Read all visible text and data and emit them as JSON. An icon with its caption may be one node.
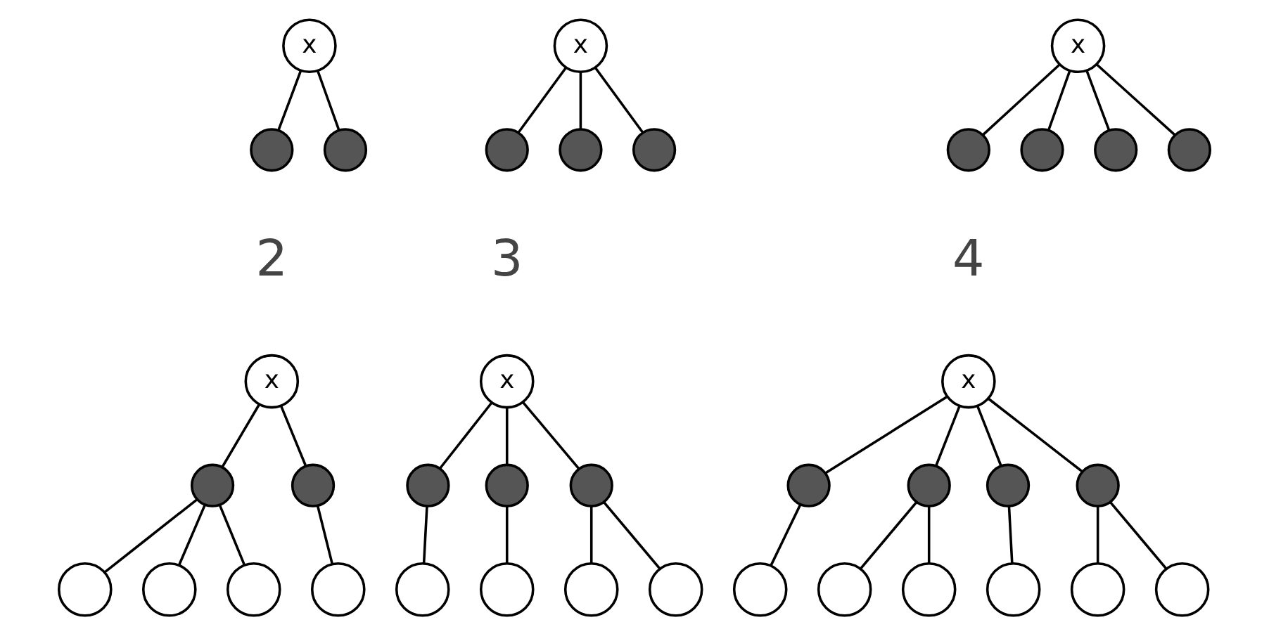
{
  "diagram": {
    "nodes": [
      {
        "text": [
          "x"
        ]
      },
      {
        "text": [],
        "shape": "circle"
      },
      {
        "text": [],
        "shape": "circle"
      },
      {
        "text": [
          "x"
        ]
      },
      {
        "text": [],
        "shape": "circle"
      },
      {
        "text": [],
        "shape": "circle"
      },
      {
        "text": [],
        "shape": "circle"
      },
      {
        "text": [
          "x"
        ]
      },
      {
        "text": [],
        "shape": "circle"
      },
      {
        "text": [],
        "shape": "circle"
      },
      {
        "text": [],
        "shape": "circle"
      },
      {
        "text": [],
        "shape": "circle"
      },
      {
        "text": [
          "x"
        ]
      },
      {
        "text": [],
        "shape": "circle"
      },
      {
        "text": [],
        "shape": "circle"
      },
      {
        "text": [],
        "shape": "circle"
      },
      {
        "text": [],
        "shape": "circle"
      },
      {
        "text": [],
        "shape": "circle"
      },
      {
        "text": [],
        "shape": "circle"
      },
      {
        "text": [
          "x"
        ]
      },
      {
        "text": [],
        "shape": "circle"
      },
      {
        "text": [],
        "shape": "circle"
      },
      {
        "text": [],
        "shape": "circle"
      },
      {
        "text": [],
        "shape": "circle"
      },
      {
        "text": [],
        "shape": "circle"
      },
      {
        "text": [],
        "shape": "circle"
      },
      {
        "text": [],
        "shape": "circle"
      },
      {
        "text": [
          "x"
        ]
      },
      {
        "text": [],
        "shape": "circle"
      },
      {
        "text": [],
        "shape": "circle"
      },
      {
        "text": [],
        "shape": "circle"
      },
      {
        "text": [],
        "shape": "circle"
      },
      {
        "text": [],
        "shape": "circle"
      },
      {
        "text": [],
        "shape": "circle"
      },
      {
        "text": [],
        "shape": "circle"
      },
      {
        "text": [],
        "shape": "circle"
      },
      {
        "text": [],
        "shape": "circle"
      },
      {
        "text": [],
        "shape": "circle"
      }
    ],
    "edges": [
      {
        "from": 0,
        "to": 1,
        "arrow": "none"
      },
      {
        "from": 0,
        "to": 2,
        "arrow": "none"
      },
      {
        "from": 3,
        "to": 4,
        "arrow": "none"
      },
      {
        "from": 3,
        "to": 5,
        "arrow": "none"
      },
      {
        "from": 3,
        "to": 6,
        "arrow": "none"
      },
      {
        "from": 7,
        "to": 8,
        "arrow": "none"
      },
      {
        "from": 7,
        "to": 9,
        "arrow": "none"
      },
      {
        "from": 7,
        "to": 10,
        "arrow": "none"
      },
      {
        "from": 7,
        "to": 11,
        "arrow": "none"
      },
      {
        "from": 12,
        "to": 13,
        "arrow": "none"
      },
      {
        "from": 12,
        "to": 14,
        "arrow": "none"
      },
      {
        "from": 13,
        "to": 15,
        "arrow": "none"
      },
      {
        "from": 13,
        "to": 16,
        "arrow": "none"
      },
      {
        "from": 13,
        "to": 17,
        "arrow": "none"
      },
      {
        "from": 14,
        "to": 18,
        "arrow": "none"
      },
      {
        "from": 19,
        "to": 20,
        "arrow": "none"
      },
      {
        "from": 19,
        "to": 21,
        "arrow": "none"
      },
      {
        "from": 19,
        "to": 22,
        "arrow": "none"
      },
      {
        "from": 20,
        "to": 23,
        "arrow": "none"
      },
      {
        "from": 21,
        "to": 24,
        "arrow": "none"
      },
      {
        "from": 22,
        "to": 25,
        "arrow": "none"
      },
      {
        "from": 22,
        "to": 26,
        "arrow": "none"
      },
      {
        "from": 27,
        "to": 28,
        "arrow": "none"
      },
      {
        "from": 27,
        "to": 29,
        "arrow": "none"
      },
      {
        "from": 27,
        "to": 30,
        "arrow": "none"
      },
      {
        "from": 27,
        "to": 31,
        "arrow": "none"
      },
      {
        "from": 28,
        "to": 32,
        "arrow": "none"
      },
      {
        "from": 29,
        "to": 33,
        "arrow": "none"
      },
      {
        "from": 29,
        "to": 34,
        "arrow": "none"
      },
      {
        "from": 30,
        "to": 35,
        "arrow": "none"
      },
      {
        "from": 31,
        "to": 36,
        "arrow": "none"
      },
      {
        "from": 31,
        "to": 37,
        "arrow": "none"
      }
    ],
    "labels": [
      "2",
      "3",
      "4"
    ]
  }
}
